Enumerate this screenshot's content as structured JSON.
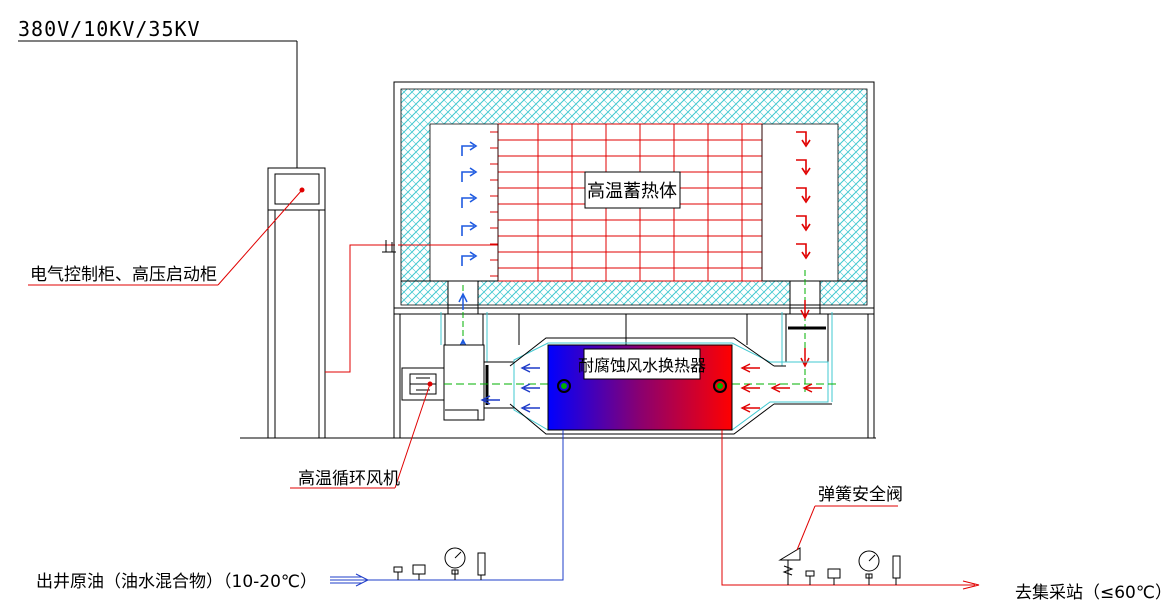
{
  "labels": {
    "voltage": "380V/10KV/35KV",
    "control_cabinet": "电气控制柜、高压启动柜",
    "heat_storage": "高温蓄热体",
    "heat_exchanger": "耐腐蚀风水换热器",
    "circulation_fan": "高温循环风机",
    "safety_valve": "弹簧安全阀",
    "inlet": "出井原油（油水混合物）（10-20℃）",
    "outlet": "去集采站（≤60℃）"
  },
  "colors": {
    "line": "#000000",
    "electric": "#e00000",
    "grid": "#e00000",
    "insulation": "#40c8d0",
    "cold_air": "#1e5ae0",
    "hot_air": "#e00000",
    "flow_line": "#00b000",
    "exchanger_cold": "#0000ff",
    "exchanger_hot": "#ff0000",
    "water_in": "#1e3cc8",
    "water_out": "#e00000"
  }
}
